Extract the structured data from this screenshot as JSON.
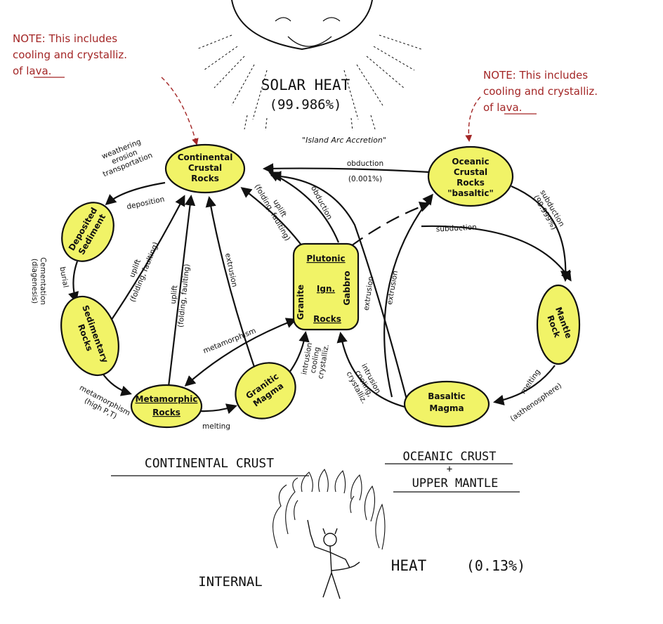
{
  "notes": {
    "left": [
      "NOTE: This includes",
      "cooling and crystalliz.",
      "of lava."
    ],
    "right": [
      "NOTE: This includes",
      "cooling and crystalliz.",
      "of lava."
    ]
  },
  "sun": {
    "label": "SOLAR HEAT",
    "percent": "(99.986%)",
    "arc_label": "\"Island Arc Accretion\""
  },
  "nodes": {
    "continental": [
      "Continental",
      "Crustal",
      "Rocks"
    ],
    "oceanic": [
      "Oceanic",
      "Crustal",
      "Rocks",
      "\"basaltic\""
    ],
    "deposited": [
      "Deposited",
      "Sediment"
    ],
    "sedimentary": [
      "Sedimentary",
      "Rocks"
    ],
    "metamorphic": [
      "Metamorphic",
      "Rocks"
    ],
    "granitic": [
      "Granitic",
      "Magma"
    ],
    "plutonic": {
      "title": "Plutonic",
      "middle": "Ign.",
      "bottom": "Rocks",
      "left": "Granite",
      "right": "Gabbro"
    },
    "mantle": [
      "Mantle",
      "Rock"
    ],
    "basaltic": [
      "Basaltic",
      "Magma"
    ]
  },
  "edges": {
    "weathering": [
      "weathering",
      "erosion",
      "transportation"
    ],
    "deposition": "deposition",
    "cementation": [
      "Cementation",
      "(diagenesis)"
    ],
    "burial": "burial",
    "uplift_left": [
      "uplift",
      "(folding, faulting)"
    ],
    "uplift_mid": [
      "uplift",
      "(folding, faulting)"
    ],
    "extrusion_left": "extrusion",
    "uplift_plutonic": [
      "uplift",
      "(folding, faulting)"
    ],
    "obduction_short": "obduction",
    "obduction_top": "obduction",
    "obduction_percent": "(0.001%)",
    "metamorphism_plutonic": "metamorphism",
    "metamorphism_hpt": [
      "metamorphism",
      "(high P,T)"
    ],
    "melting_left": "melting",
    "intrusion_granitic": [
      "intrusion",
      "cooling",
      "crystalliz."
    ],
    "intrusion_basaltic": [
      "intrusion,",
      "cooling,",
      "crystalliz."
    ],
    "extrusion_right": "extrusion",
    "subduction_top": "subduction",
    "subduction_percent": "(99.999%)",
    "subduction_mid": "subduction",
    "melting_right": "melting",
    "asthenosphere": "(asthenosphere)"
  },
  "sections": {
    "continental_crust": "CONTINENTAL CRUST",
    "oceanic_crust": "OCEANIC CRUST",
    "plus": "+",
    "upper_mantle": "UPPER MANTLE"
  },
  "internal": {
    "left": "INTERNAL",
    "right": "HEAT",
    "percent": "(0.13%)"
  }
}
